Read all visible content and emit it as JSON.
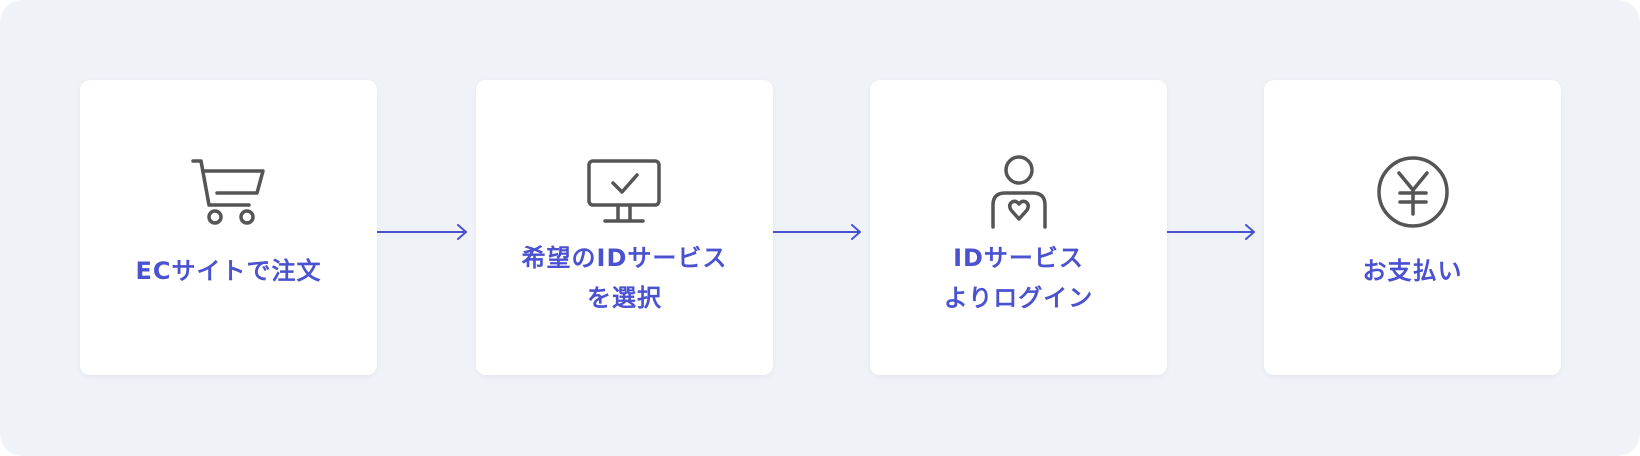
{
  "colors": {
    "background": "#eff2f7",
    "card": "#ffffff",
    "label": "#4a52d0",
    "icon": "#555555",
    "arrow": "#4a52d0"
  },
  "steps": [
    {
      "icon": "shopping-cart-icon",
      "lines": [
        "ECサイトで注文"
      ]
    },
    {
      "icon": "monitor-check-icon",
      "lines": [
        "希望のIDサービス",
        "を選択"
      ]
    },
    {
      "icon": "user-heart-icon",
      "lines": [
        "IDサービス",
        "よりログイン"
      ]
    },
    {
      "icon": "yen-coin-icon",
      "lines": [
        "お支払い"
      ]
    }
  ]
}
